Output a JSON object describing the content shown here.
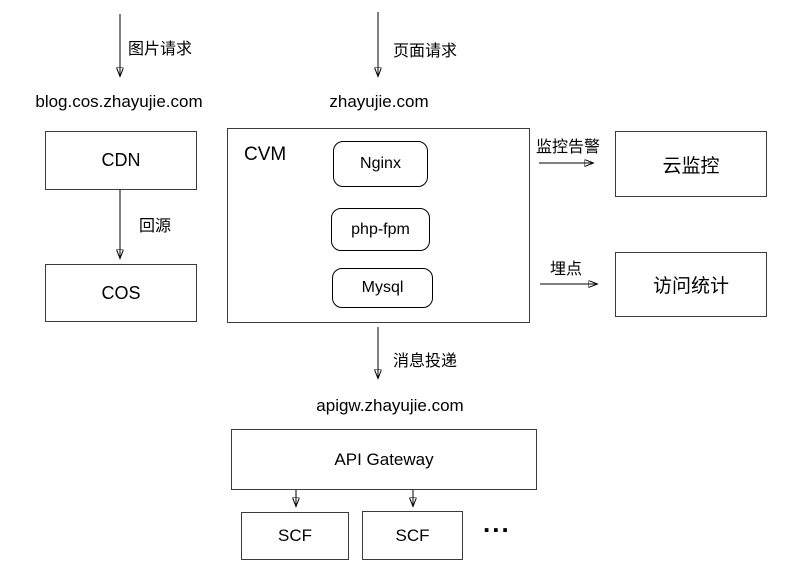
{
  "diagram": {
    "image_flow": {
      "request_label": "图片请求",
      "domain": "blog.cos.zhayujie.com",
      "cdn_label": "CDN",
      "back_to_origin_label": "回源",
      "cos_label": "COS"
    },
    "page_flow": {
      "request_label": "页面请求",
      "domain": "zhayujie.com",
      "cvm_label": "CVM",
      "services": [
        "Nginx",
        "php-fpm",
        "Mysql"
      ],
      "message_delivery_label": "消息投递",
      "gateway_domain": "apigw.zhayujie.com",
      "gateway_label": "API Gateway",
      "scf_labels": [
        "SCF",
        "SCF"
      ],
      "more_indicator": "..."
    },
    "side_flow": {
      "monitoring_label": "监控告警",
      "cloud_monitor_label": "云监控",
      "tracking_label": "埋点",
      "analytics_label": "访问统计"
    },
    "colors": {
      "line": "#000000",
      "box_border": "#3b3b3b",
      "background": "#ffffff"
    }
  }
}
